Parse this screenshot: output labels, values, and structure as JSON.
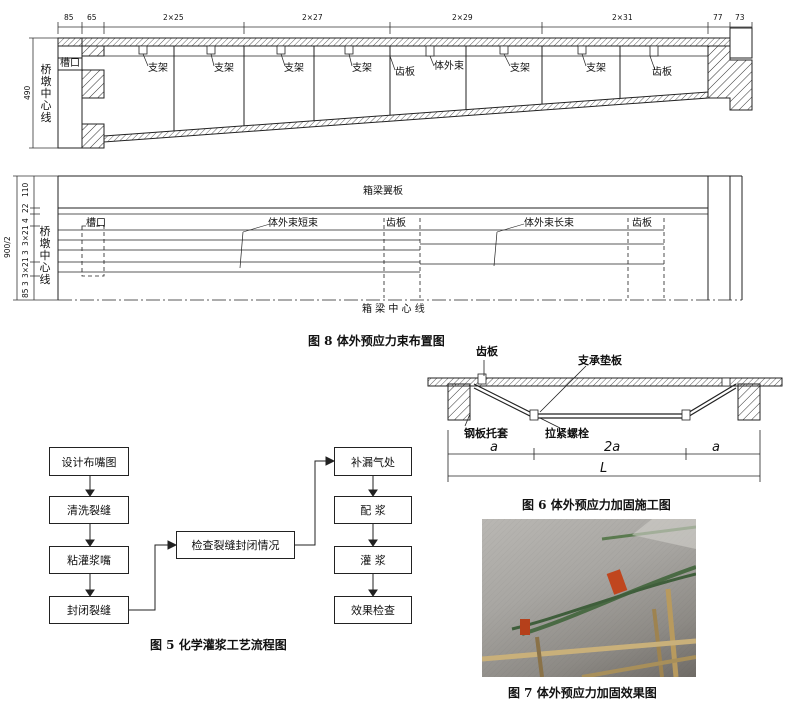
{
  "fig8": {
    "top_dims": [
      "85",
      "65",
      "2×25",
      "2×27",
      "2×29",
      "2×31",
      "77",
      "73"
    ],
    "left_dim": "490",
    "pier_label": "桥墩中心线",
    "notch": "槽口",
    "support": "支架",
    "tooth": "齿板",
    "tendon_short": "体外束",
    "flange": "箱梁翼板",
    "short_tendon": "体外束短束",
    "long_tendon": "体外束长束",
    "left_dims2": [
      "110",
      "22",
      "4",
      "3×21",
      "3",
      "3×21",
      "3",
      "85"
    ],
    "total_dim2": "900/2",
    "centerline": "箱 梁 中 心 线",
    "caption": "图 8  体外预应力束布置图"
  },
  "fig6": {
    "tooth": "齿板",
    "support_pad": "支承垫板",
    "steel_sleeve": "钢板托套",
    "bolt": "拉紧螺栓",
    "a_left": "a",
    "two_a": "2a",
    "a_right": "a",
    "L": "L",
    "caption": "图 6  体外预应力加固施工图"
  },
  "fig5": {
    "steps": [
      "设计布嘴图",
      "清洗裂缝",
      "粘灌浆嘴",
      "封闭裂缝",
      "检查裂缝封闭情况",
      "补漏气处",
      "配    浆",
      "灌    浆",
      "效果检查"
    ],
    "caption": "图 5  化学灌浆工艺流程图"
  },
  "fig7": {
    "caption": "图 7  体外预应力加固效果图"
  }
}
